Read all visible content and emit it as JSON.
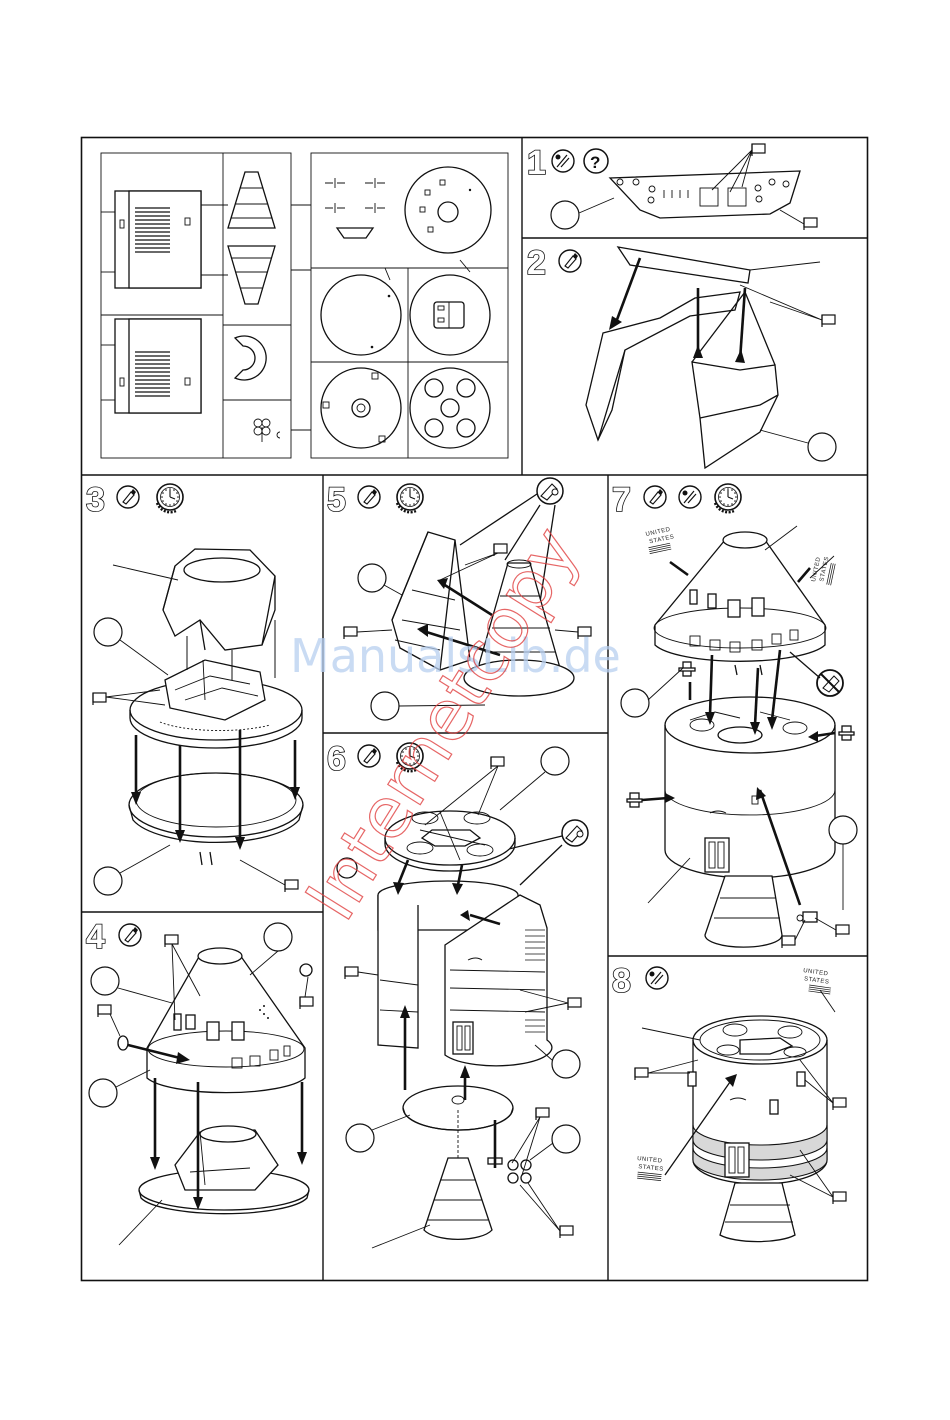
{
  "steps": [
    {
      "id": "step-1",
      "number": "1"
    },
    {
      "id": "step-2",
      "number": "2"
    },
    {
      "id": "step-3",
      "number": "3"
    },
    {
      "id": "step-4",
      "number": "4"
    },
    {
      "id": "step-5",
      "number": "5"
    },
    {
      "id": "step-6",
      "number": "6"
    },
    {
      "id": "step-7",
      "number": "7"
    },
    {
      "id": "step-8",
      "number": "8"
    }
  ],
  "decal_text": {
    "line1": "UNITED",
    "line2": "STATES"
  },
  "help_symbol": "?",
  "watermarks": {
    "blue": "ManualsLib.de",
    "red": "Internetcopy"
  },
  "icons": [
    "glue-icon",
    "paint-icon",
    "clock-icon",
    "flag-marker-icon",
    "question-icon",
    "no-glue-icon"
  ]
}
